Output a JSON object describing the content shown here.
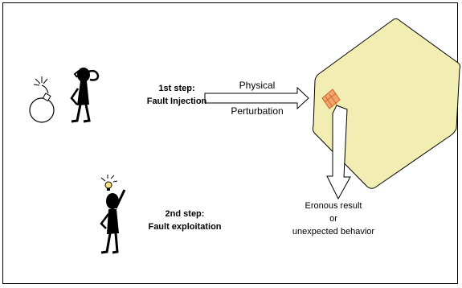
{
  "step1": {
    "line1": "1st step:",
    "line2": "Fault Injection"
  },
  "arrow1": {
    "label_top": "Physical",
    "label_bottom": "Perturbation"
  },
  "step2": {
    "line1": "2nd step:",
    "line2": "Fault exploitation"
  },
  "result": {
    "line1": "Eronous result",
    "line2": "or",
    "line3": "unexpected behavior"
  },
  "colors": {
    "card_fill": "#f2eeb3",
    "chip_fill": "#f5a46b",
    "bulb_fill": "#f7e27a"
  },
  "icons": {
    "bomb": "bomb-icon",
    "thinker": "thinking-person-icon",
    "idea": "idea-person-icon",
    "card": "smart-card-icon",
    "chip": "chip-icon"
  }
}
